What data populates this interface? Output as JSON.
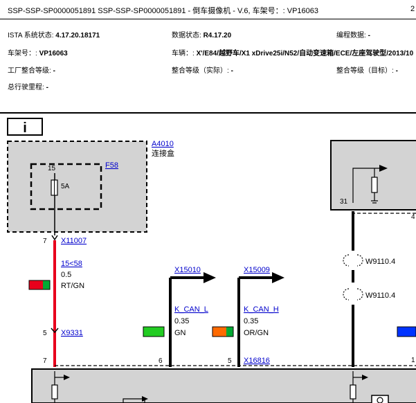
{
  "header": {
    "title": "SSP-SSP-SP0000051891 SSP-SSP-SP0000051891 - 倒车摄像机 - V.6, 车架号：: VP16063",
    "page_number": "2"
  },
  "meta": {
    "ista_label": "ISTA 系统状态:",
    "ista_value": "4.17.20.18171",
    "data_label": "数据状态:",
    "data_value": "R4.17.20",
    "prog_label": "编程数据:",
    "prog_value": "-",
    "vin_label": "车架号：:",
    "vin_value": "VP16063",
    "vehicle_label": "车辆：:",
    "vehicle_value": "X'/E84/越野车/X1 xDrive25i/N52/自动变速箱/ECE/左座驾驶型/2013/10",
    "factory_label": "工厂整合等级:",
    "factory_value": "-",
    "actual_label": "整合等级（实际）:",
    "actual_value": "-",
    "target_label": "整合等级（目标）:",
    "target_value": "-",
    "mileage_label": "总行驶里程:",
    "mileage_value": "-"
  },
  "diagram": {
    "info_icon": "i",
    "component_a4010": "A4010",
    "component_a4010_desc": "连接盒",
    "fuse_f58": "F58",
    "fuse_pin": "15",
    "fuse_rating": "5A",
    "pin_7_top": "7",
    "connector_x11007": "X11007",
    "wire_15_58": "15<58",
    "wire_15_58_size": "0.5",
    "wire_15_58_color": "RT/GN",
    "pin_5_left": "5",
    "connector_x9331": "X9331",
    "pin_7_bottom": "7",
    "connector_x15010": "X15010",
    "connector_x15009": "X15009",
    "wire_k_can_l": "K_CAN_L",
    "wire_k_can_l_size": "0.35",
    "wire_k_can_l_color": "GN",
    "wire_k_can_h": "K_CAN_H",
    "wire_k_can_h_size": "0.35",
    "wire_k_can_h_color": "OR/GN",
    "pin_6": "6",
    "pin_5_mid": "5",
    "connector_x16816": "X16816",
    "pin_31": "31",
    "pin_4_right": "4",
    "ground_w9110_1": "W9110.4",
    "ground_w9110_2": "W9110.4",
    "pin_1_right": "1",
    "colors": {
      "box_fill": "#d3d3d3",
      "wire_red": "#e8001c",
      "rt_gn_swatch": [
        "#e8001c",
        "#00aa33"
      ],
      "gn_swatch": "#22cc22",
      "or_gn_swatch": [
        "#ff6a00",
        "#00aa33"
      ],
      "bl_swatch": "#0033ff",
      "link_blue": "#0000cc"
    }
  }
}
